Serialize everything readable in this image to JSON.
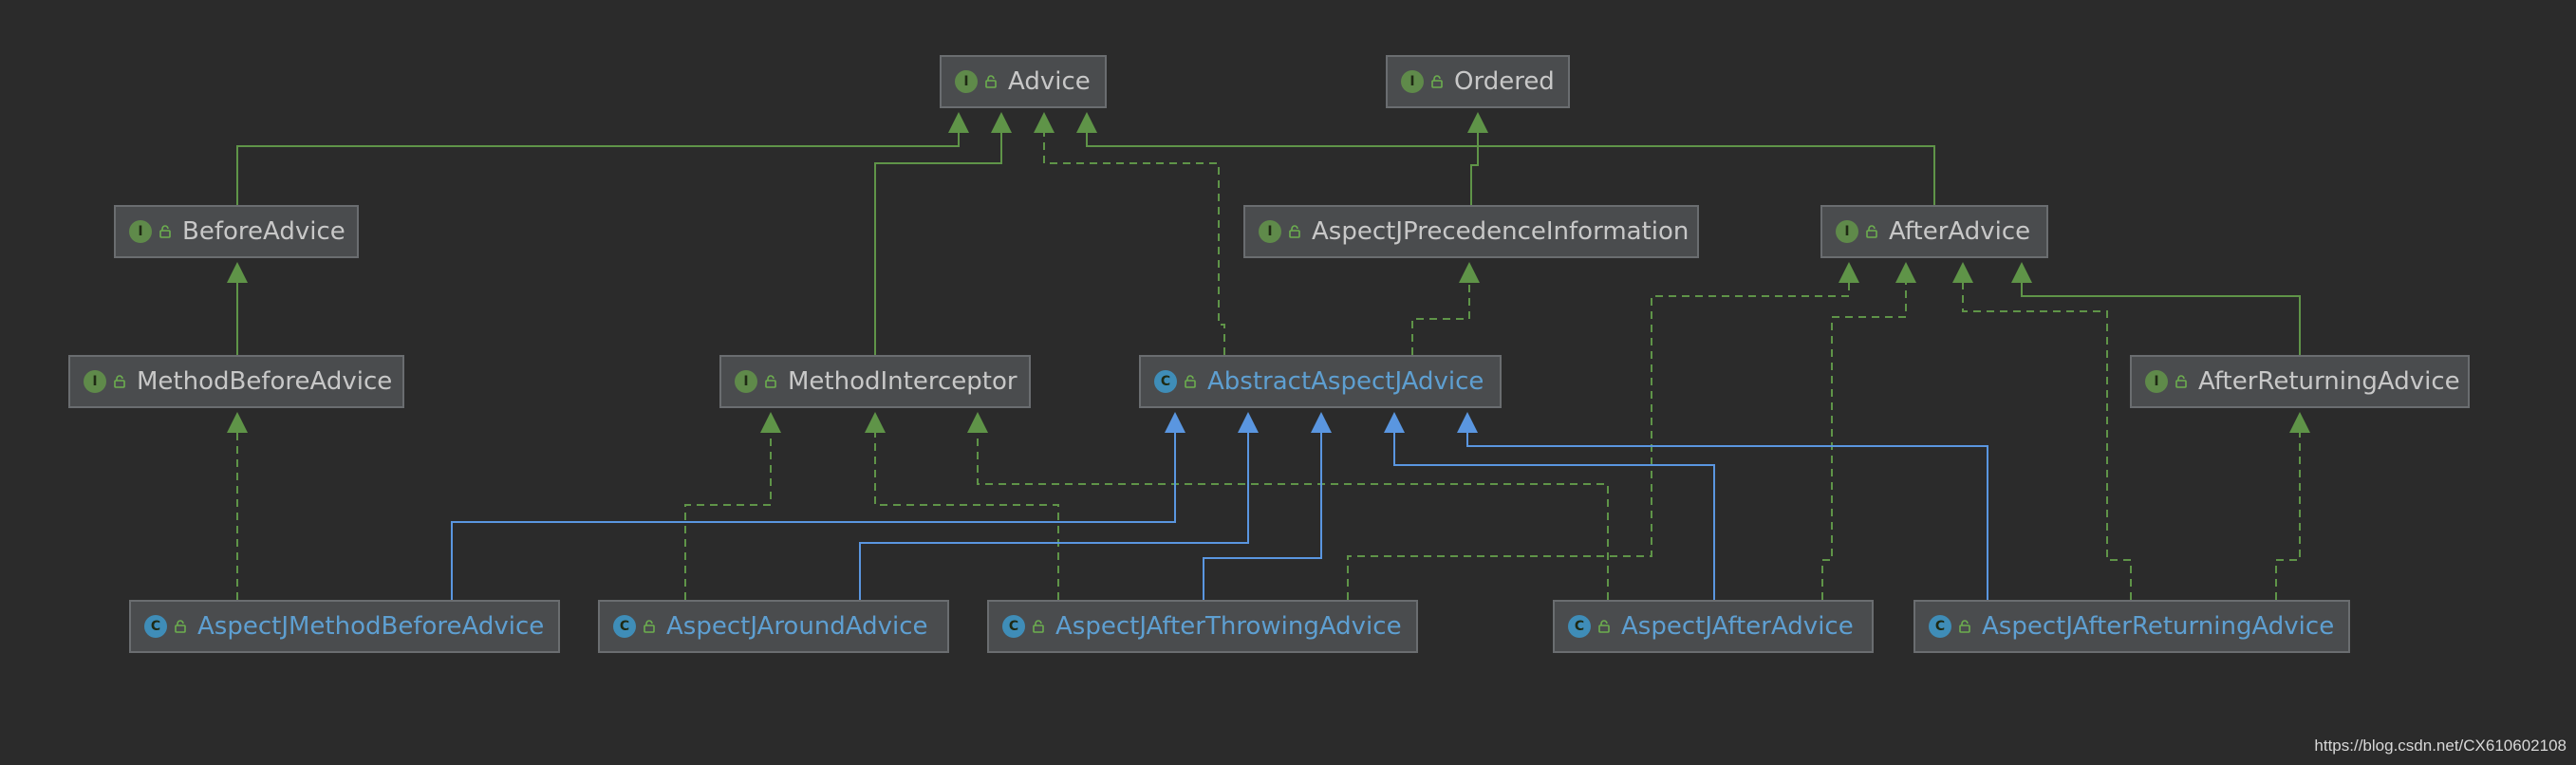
{
  "colors": {
    "background": "#2b2b2b",
    "node_fill": "#4a4c4e",
    "node_border": "#6a6d70",
    "interface_badge": "#5f8a4a",
    "class_badge": "#3f8db8",
    "interface_text": "#c8c8c8",
    "class_text": "#5e9fd1",
    "implements_edge": "#5f9448",
    "extends_edge": "#5a96e0",
    "lock_icon": "#6cae4f"
  },
  "nodes": [
    {
      "id": "advice",
      "label": "Advice",
      "kind": "interface",
      "badge": "I"
    },
    {
      "id": "ordered",
      "label": "Ordered",
      "kind": "interface",
      "badge": "I"
    },
    {
      "id": "before-advice",
      "label": "BeforeAdvice",
      "kind": "interface",
      "badge": "I"
    },
    {
      "id": "aspectj-precedence-information",
      "label": "AspectJPrecedenceInformation",
      "kind": "interface",
      "badge": "I"
    },
    {
      "id": "after-advice",
      "label": "AfterAdvice",
      "kind": "interface",
      "badge": "I"
    },
    {
      "id": "method-before-advice",
      "label": "MethodBeforeAdvice",
      "kind": "interface",
      "badge": "I"
    },
    {
      "id": "method-interceptor",
      "label": "MethodInterceptor",
      "kind": "interface",
      "badge": "I"
    },
    {
      "id": "abstract-aspectj-advice",
      "label": "AbstractAspectJAdvice",
      "kind": "abstract-class",
      "badge": "C"
    },
    {
      "id": "after-returning-advice",
      "label": "AfterReturningAdvice",
      "kind": "interface",
      "badge": "I"
    },
    {
      "id": "aspectj-method-before-advice",
      "label": "AspectJMethodBeforeAdvice",
      "kind": "class",
      "badge": "C"
    },
    {
      "id": "aspectj-around-advice",
      "label": "AspectJAroundAdvice",
      "kind": "class",
      "badge": "C"
    },
    {
      "id": "aspectj-after-throwing-advice",
      "label": "AspectJAfterThrowingAdvice",
      "kind": "class",
      "badge": "C"
    },
    {
      "id": "aspectj-after-advice",
      "label": "AspectJAfterAdvice",
      "kind": "class",
      "badge": "C"
    },
    {
      "id": "aspectj-after-returning-advice",
      "label": "AspectJAfterReturningAdvice",
      "kind": "class",
      "badge": "C"
    }
  ],
  "edges": [
    {
      "from": "before-advice",
      "to": "advice",
      "type": "extends-interface"
    },
    {
      "from": "method-interceptor",
      "to": "advice",
      "type": "extends-interface"
    },
    {
      "from": "abstract-aspectj-advice",
      "to": "advice",
      "type": "implements"
    },
    {
      "from": "after-advice",
      "to": "advice",
      "type": "extends-interface"
    },
    {
      "from": "aspectj-precedence-information",
      "to": "ordered",
      "type": "extends-interface"
    },
    {
      "from": "method-before-advice",
      "to": "before-advice",
      "type": "extends-interface"
    },
    {
      "from": "abstract-aspectj-advice",
      "to": "aspectj-precedence-information",
      "type": "implements"
    },
    {
      "from": "after-returning-advice",
      "to": "after-advice",
      "type": "extends-interface"
    },
    {
      "from": "aspectj-after-throwing-advice",
      "to": "after-advice",
      "type": "implements"
    },
    {
      "from": "aspectj-after-advice",
      "to": "after-advice",
      "type": "implements"
    },
    {
      "from": "aspectj-after-returning-advice",
      "to": "after-advice",
      "type": "implements"
    },
    {
      "from": "aspectj-method-before-advice",
      "to": "method-before-advice",
      "type": "implements"
    },
    {
      "from": "aspectj-around-advice",
      "to": "method-interceptor",
      "type": "implements"
    },
    {
      "from": "aspectj-after-throwing-advice",
      "to": "method-interceptor",
      "type": "implements"
    },
    {
      "from": "aspectj-after-advice",
      "to": "method-interceptor",
      "type": "implements"
    },
    {
      "from": "aspectj-after-returning-advice",
      "to": "after-returning-advice",
      "type": "implements"
    },
    {
      "from": "aspectj-method-before-advice",
      "to": "abstract-aspectj-advice",
      "type": "extends-class"
    },
    {
      "from": "aspectj-around-advice",
      "to": "abstract-aspectj-advice",
      "type": "extends-class"
    },
    {
      "from": "aspectj-after-throwing-advice",
      "to": "abstract-aspectj-advice",
      "type": "extends-class"
    },
    {
      "from": "aspectj-after-advice",
      "to": "abstract-aspectj-advice",
      "type": "extends-class"
    },
    {
      "from": "aspectj-after-returning-advice",
      "to": "abstract-aspectj-advice",
      "type": "extends-class"
    }
  ],
  "watermark": "https://blog.csdn.net/CX610602108"
}
